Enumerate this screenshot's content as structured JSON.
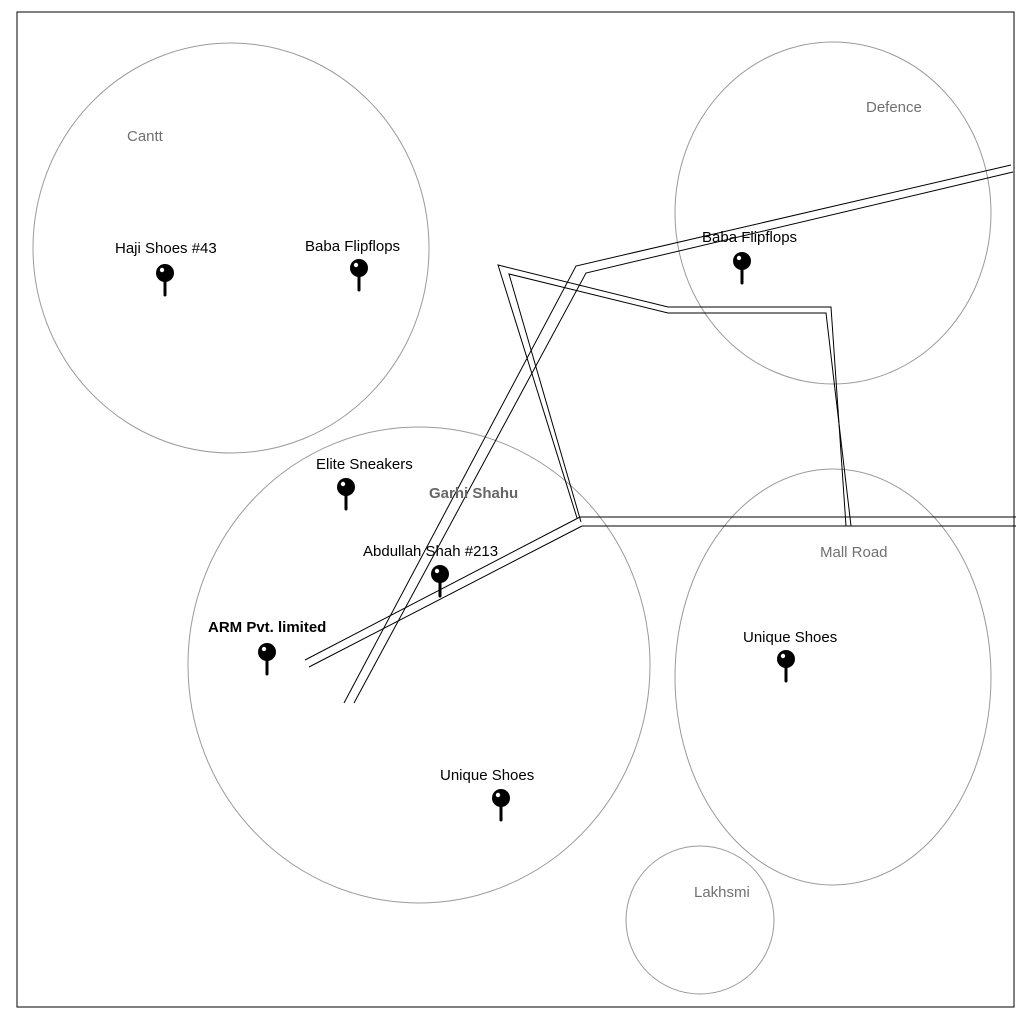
{
  "areas": {
    "cantt": "Cantt",
    "defence": "Defence",
    "garhi_shahu": "Garhi Shahu",
    "mall_road": "Mall Road",
    "lakhsmi": "Lakhsmi"
  },
  "shops": {
    "haji_shoes": "Haji Shoes #43",
    "baba_flipflops_cantt": "Baba Flipflops",
    "baba_flipflops_defence": "Baba Flipflops",
    "elite_sneakers": "Elite Sneakers",
    "abdullah_shah": "Abdullah Shah #213",
    "arm_pvt": "ARM Pvt. limited",
    "unique_shoes_garhi": "Unique Shoes",
    "unique_shoes_mall": "Unique Shoes"
  },
  "icons": {
    "pin": "map-pin-icon"
  }
}
